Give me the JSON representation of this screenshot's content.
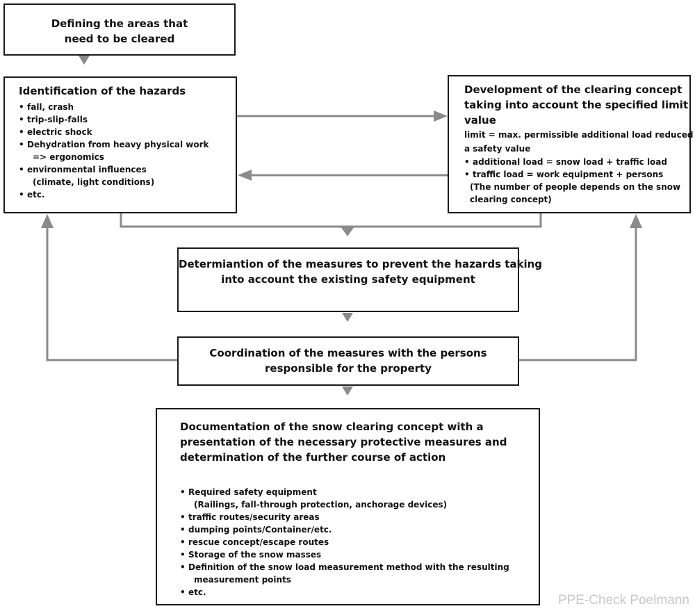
{
  "box_define": {
    "lines": [
      "Defining the areas that",
      "need to be cleared"
    ]
  },
  "box_hazards": {
    "title": "Identification of the hazards",
    "items": [
      {
        "text": "fall, crash",
        "bullet": true
      },
      {
        "text": "trip-slip-falls",
        "bullet": true
      },
      {
        "text": "electric shock",
        "bullet": true
      },
      {
        "text": "Dehydration from heavy physical work",
        "bullet": true
      },
      {
        "text": "=> ergonomics",
        "bullet": false
      },
      {
        "text": "environmental influences",
        "bullet": true
      },
      {
        "text": "(climate, light conditions)",
        "bullet": false
      },
      {
        "text": "etc.",
        "bullet": true
      }
    ]
  },
  "box_concept": {
    "title_lines": [
      "Development of the clearing concept",
      "taking into account the specified limit",
      "value"
    ],
    "note_lines": [
      "limit = max. permissible additional load reduced by",
      "a safety value"
    ],
    "items": [
      {
        "text": "additional load = snow load + traffic load",
        "bullet": true
      },
      {
        "text": "traffic load = work equipment + persons",
        "bullet": true
      },
      {
        "text": "(The number of people depends on the snow",
        "bullet": false
      },
      {
        "text": "clearing concept)",
        "bullet": false
      }
    ]
  },
  "box_measures": {
    "lines": [
      "Determiantion of the measures to prevent the hazards taking",
      "into account the existing safety equipment"
    ]
  },
  "box_coordination": {
    "lines": [
      "Coordination of the measures with the persons",
      "responsible for the property"
    ]
  },
  "box_documentation": {
    "title_lines": [
      "Documentation of the snow clearing concept with a",
      "presentation of the necessary protective measures and",
      "determination of the further course of action"
    ],
    "items": [
      {
        "text": "Required safety equipment",
        "bullet": true
      },
      {
        "text": "(Railings, fall-through protection, anchorage devices)",
        "bullet": false
      },
      {
        "text": "traffic routes/security areas",
        "bullet": true
      },
      {
        "text": "dumping points/Container/etc.",
        "bullet": true
      },
      {
        "text": "rescue concept/escape routes",
        "bullet": true
      },
      {
        "text": "Storage of the snow masses",
        "bullet": true
      },
      {
        "text": "Definition of the snow load measurement method with the resulting",
        "bullet": true
      },
      {
        "text": "measurement points",
        "bullet": false
      },
      {
        "text": "etc.",
        "bullet": true
      }
    ]
  },
  "bullet_char": "•",
  "watermark": "PPE-Check Poelmann",
  "colors": {
    "connector": "#8a8a8a",
    "border": "#1a1a1a",
    "watermark": "#c8c8c8"
  }
}
